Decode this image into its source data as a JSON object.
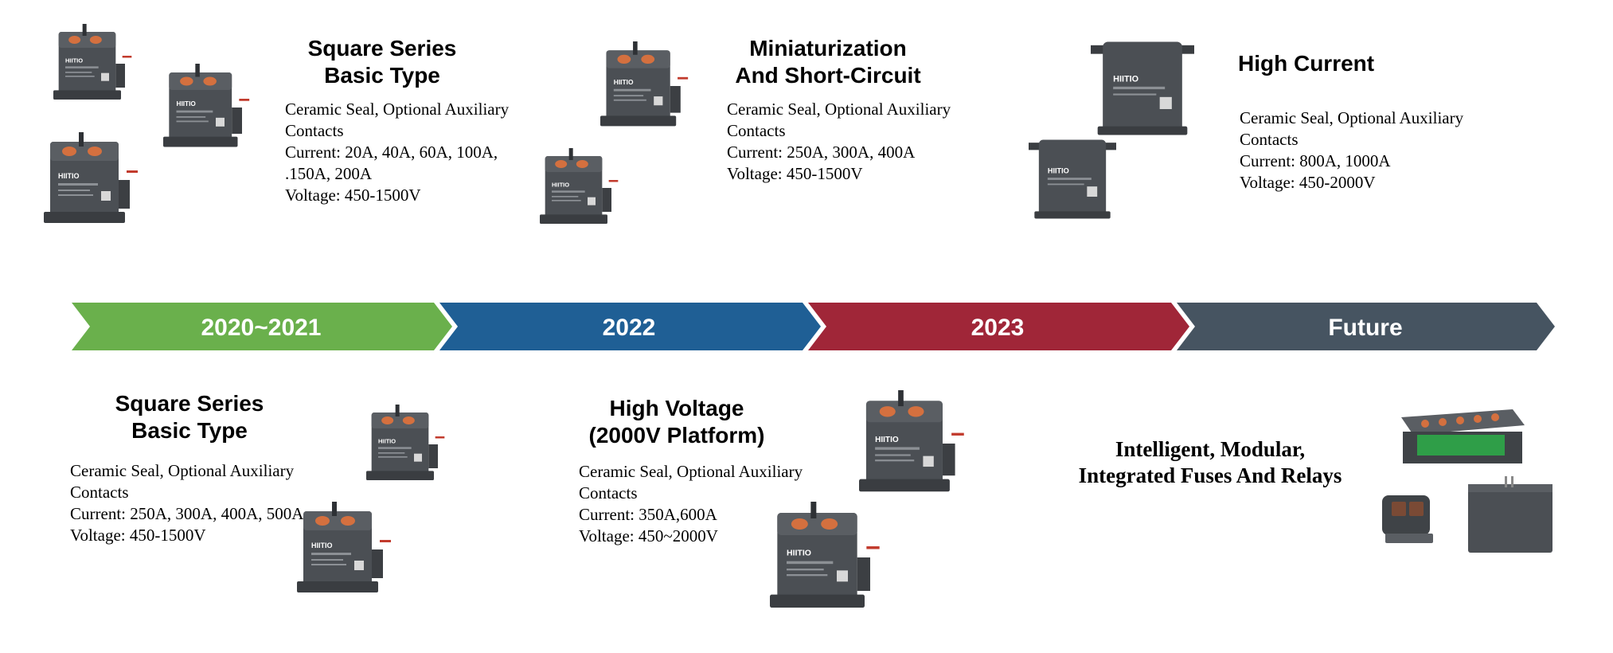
{
  "timeline": [
    {
      "label": "2020~2021",
      "color": "#6ab04c"
    },
    {
      "label": "2022",
      "color": "#1f5f95"
    },
    {
      "label": "2023",
      "color": "#a02638"
    },
    {
      "label": "Future",
      "color": "#465461"
    }
  ],
  "brand": "HIITIO",
  "top": [
    {
      "title_lines": [
        "Square Series",
        "Basic Type"
      ],
      "desc_lines": [
        "Ceramic Seal, Optional Auxiliary",
        "Contacts",
        "Current: 20A, 40A, 60A, 100A,",
        ".150A, 200A",
        "Voltage: 450-1500V"
      ]
    },
    {
      "title_lines": [
        "Miniaturization",
        "And Short-Circuit"
      ],
      "desc_lines": [
        "Ceramic Seal, Optional Auxiliary",
        "Contacts",
        "Current: 250A, 300A, 400A",
        "Voltage: 450-1500V"
      ]
    },
    {
      "title_lines": [
        "High Current"
      ],
      "desc_lines": [
        "Ceramic Seal, Optional Auxiliary",
        "Contacts",
        "Current: 800A, 1000A",
        "Voltage: 450-2000V"
      ]
    }
  ],
  "bottom": [
    {
      "title_lines": [
        "Square Series",
        "Basic Type"
      ],
      "desc_lines": [
        "Ceramic Seal, Optional Auxiliary",
        "Contacts",
        "Current: 250A, 300A, 400A, 500A",
        "Voltage: 450-1500V"
      ]
    },
    {
      "title_lines": [
        "High Voltage",
        "(2000V Platform)"
      ],
      "desc_lines": [
        "Ceramic Seal, Optional Auxiliary",
        "Contacts",
        "Current: 350A,600A",
        "Voltage: 450~2000V"
      ]
    },
    {
      "title_lines": [
        "Intelligent, Modular,",
        "Integrated Fuses And Relays"
      ],
      "desc_lines": []
    }
  ]
}
